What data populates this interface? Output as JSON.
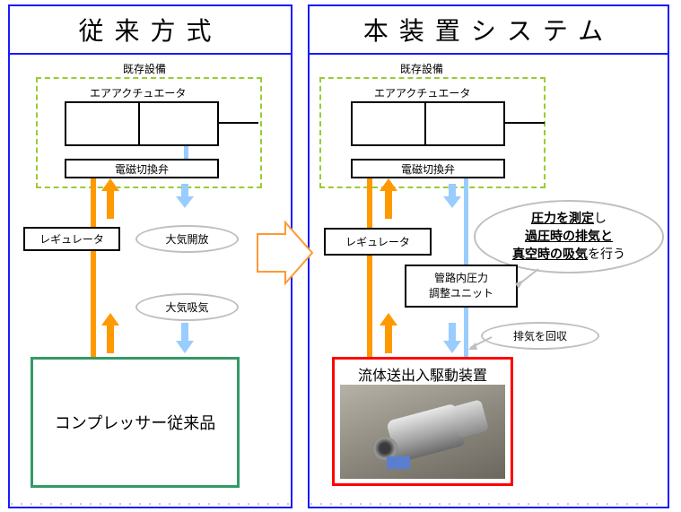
{
  "left": {
    "title": "従来方式",
    "existing": "既存設備",
    "actuator": "エアアクチュエータ",
    "valve": "電磁切換弁",
    "regulator": "レギュレータ",
    "open_air": "大気開放",
    "intake_air": "大気吸気",
    "compressor": "コンプレッサー従来品"
  },
  "right": {
    "title": "本装置システム",
    "existing": "既存設備",
    "actuator": "エアアクチュエータ",
    "valve": "電磁切換弁",
    "regulator": "レギュレータ",
    "callout_a": "圧力を測定",
    "callout_b": "し",
    "callout_c": "過圧時の排気と",
    "callout_d": "真空時の吸気",
    "callout_e": "を行う",
    "pressure_unit_line1": "管路内圧力",
    "pressure_unit_line2": "調整ユニット",
    "recover": "排気を回収",
    "device": "流体送出入駆動装置"
  },
  "colors": {
    "panel_border": "#1a1aff",
    "supply_line": "#ff9900",
    "exhaust_line": "#99ccff",
    "dash_box": "#99cc33",
    "compressor_border": "#339966",
    "device_border": "#ff0000",
    "callout_border": "#bfbfbf"
  }
}
